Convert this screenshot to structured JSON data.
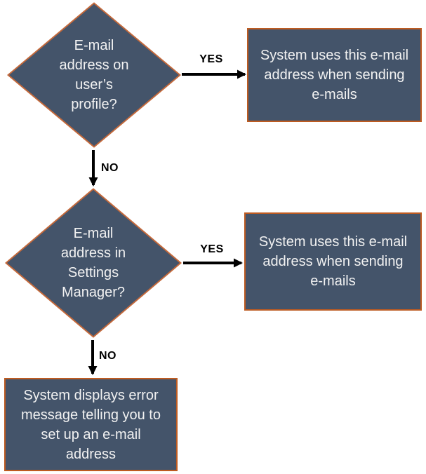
{
  "flowchart": {
    "background": "#FFFFFF",
    "colors": {
      "shape_fill": "#44546A",
      "decision_border": "#C4693B",
      "process_border": "#BD5B21",
      "shape_text": "#F2F2F2",
      "arrow": "#000000",
      "edge_label_text": "#000000"
    },
    "nodes": {
      "decision_profile": {
        "type": "decision",
        "lines": [
          "E-mail",
          "address on",
          "user’s",
          "profile?"
        ]
      },
      "process_profile_email": {
        "type": "process",
        "lines": [
          "System uses this e-mail",
          "address when sending",
          "e-mails"
        ]
      },
      "decision_settings": {
        "type": "decision",
        "lines": [
          "E-mail",
          "address in",
          "Settings",
          "Manager?"
        ]
      },
      "process_settings_email": {
        "type": "process",
        "lines": [
          "System uses this e-mail",
          "address when sending",
          "e-mails"
        ]
      },
      "process_error": {
        "type": "process",
        "lines": [
          "System displays error",
          "message telling you to",
          "set up an e-mail",
          "address"
        ]
      }
    },
    "edges": {
      "profile_yes": {
        "label": "YES",
        "from": "decision_profile",
        "to": "process_profile_email"
      },
      "profile_no": {
        "label": "NO",
        "from": "decision_profile",
        "to": "decision_settings"
      },
      "settings_yes": {
        "label": "YES",
        "from": "decision_settings",
        "to": "process_settings_email"
      },
      "settings_no": {
        "label": "NO",
        "from": "decision_settings",
        "to": "process_error"
      }
    }
  }
}
